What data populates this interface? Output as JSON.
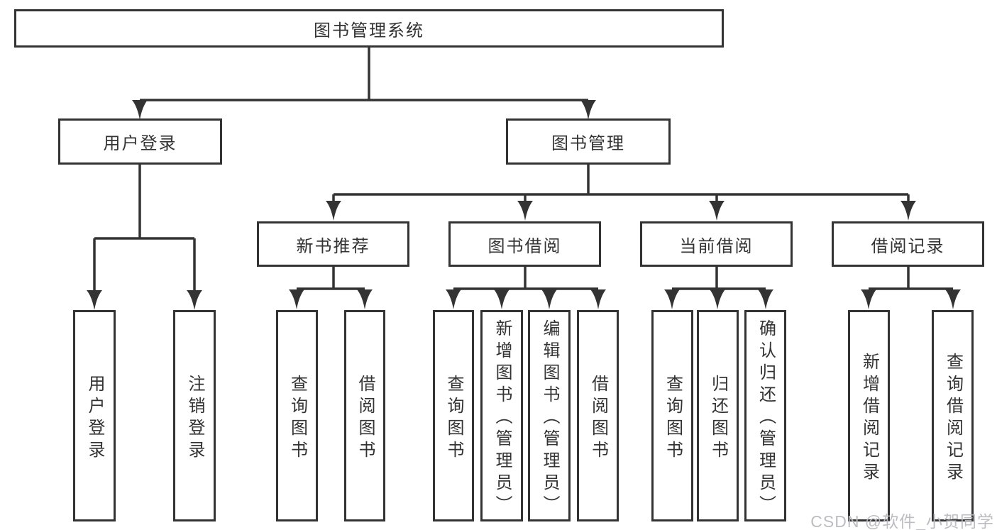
{
  "nodes": {
    "root": {
      "label": "图书管理系统"
    },
    "level2": [
      {
        "label": "用户登录"
      },
      {
        "label": "图书管理"
      }
    ],
    "level3": [
      {
        "label": "新书推荐"
      },
      {
        "label": "图书借阅"
      },
      {
        "label": "当前借阅"
      },
      {
        "label": "借阅记录"
      }
    ],
    "leaves": [
      {
        "label": "用户登录"
      },
      {
        "label": "注销登录"
      },
      {
        "label": "查询图书"
      },
      {
        "label": "借阅图书"
      },
      {
        "label": "查询图书"
      },
      {
        "label": "新增图书（管理员）"
      },
      {
        "label": "编辑图书（管理员）"
      },
      {
        "label": "借阅图书"
      },
      {
        "label": "查询图书"
      },
      {
        "label": "归还图书"
      },
      {
        "label": "确认归还（管理员）"
      },
      {
        "label": "新增借阅记录"
      },
      {
        "label": "查询借阅记录"
      }
    ]
  },
  "watermark": {
    "text": "CSDN @软件_小贺同学",
    "color": "#b9b9bf"
  },
  "colors": {
    "line": "#333333",
    "box_border": "#333333",
    "text": "#333333",
    "background": "#ffffff"
  }
}
